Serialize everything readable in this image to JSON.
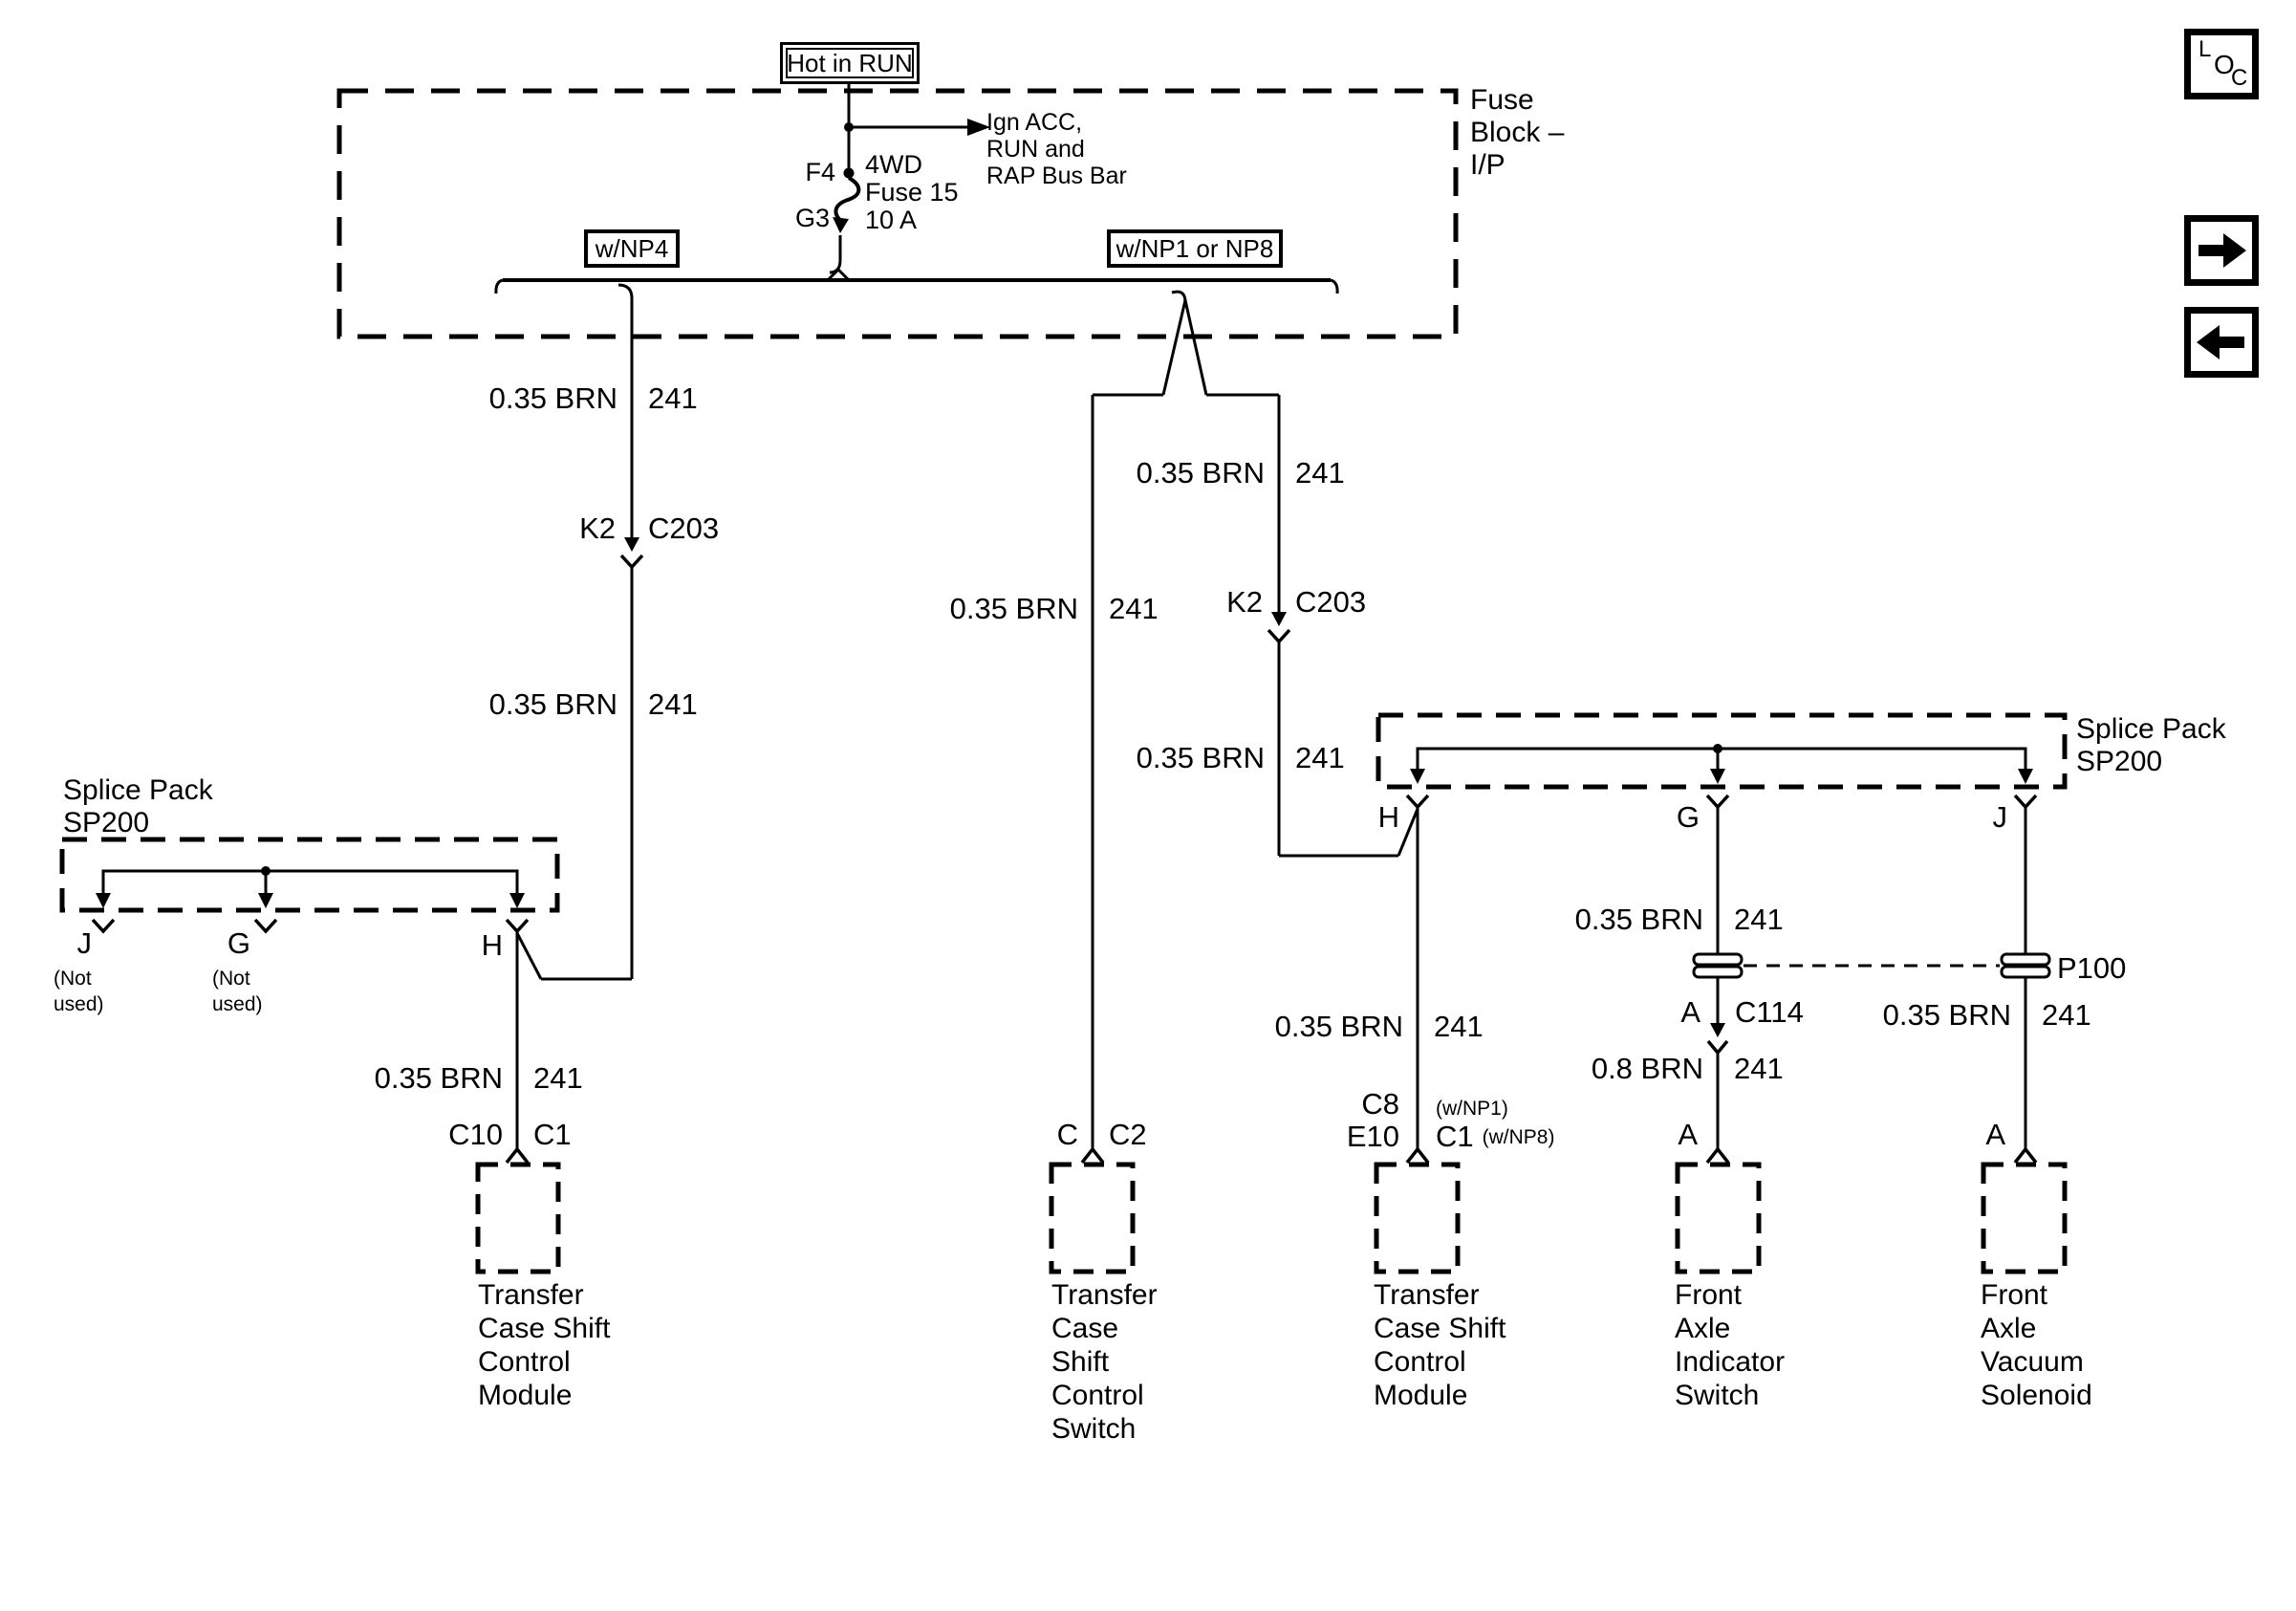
{
  "colors": {
    "ink": "#000000",
    "bg": "#ffffff"
  },
  "banner": {
    "text": "Hot in RUN"
  },
  "fuse_block": {
    "name_lines": [
      "Fuse",
      "Block –",
      "I/P"
    ],
    "tap_lines": [
      "Ign ACC,",
      "RUN and",
      "RAP Bus Bar"
    ],
    "fuse": {
      "pin_top": "F4",
      "pin_bottom": "G3",
      "desc_lines": [
        "4WD",
        "Fuse 15",
        "10 A"
      ]
    },
    "variant_left": "w/NP4",
    "variant_right": "w/NP1 or NP8"
  },
  "wires": {
    "np4_upper": {
      "gauge": "0.35 BRN",
      "circuit": "241"
    },
    "np4_lower": {
      "gauge": "0.35 BRN",
      "circuit": "241"
    },
    "module_left": {
      "gauge": "0.35 BRN",
      "circuit": "241"
    },
    "switch_branch": {
      "gauge": "0.35 BRN",
      "circuit": "241"
    },
    "np1_upper": {
      "gauge": "0.35 BRN",
      "circuit": "241"
    },
    "np1_lower": {
      "gauge": "0.35 BRN",
      "circuit": "241"
    },
    "module_right": {
      "gauge": "0.35 BRN",
      "circuit": "241"
    },
    "indicator_upper": {
      "gauge": "0.35 BRN",
      "circuit": "241"
    },
    "indicator_lower": {
      "gauge": "0.8 BRN",
      "circuit": "241"
    },
    "solenoid": {
      "gauge": "0.35 BRN",
      "circuit": "241"
    }
  },
  "connectors": {
    "c203_left": {
      "pin": "K2",
      "name": "C203"
    },
    "c203_right": {
      "pin": "K2",
      "name": "C203"
    },
    "module_left": {
      "pin": "C10",
      "name": "C1"
    },
    "switch": {
      "pin": "C",
      "name": "C2"
    },
    "module_right": {
      "pin_top": "C8",
      "pin_bottom": "E10",
      "note_top": "(w/NP1)",
      "name": "C1",
      "note_bottom": "(w/NP8)"
    },
    "c114": {
      "pin": "A",
      "name": "C114"
    },
    "p100": "P100",
    "indicator_pin": "A",
    "solenoid_pin": "A"
  },
  "splice_left": {
    "title_lines": [
      "Splice Pack",
      "SP200"
    ],
    "terminal_j": "J",
    "terminal_g": "G",
    "terminal_h": "H",
    "not_used_lines": [
      "(Not",
      "used)"
    ]
  },
  "splice_right": {
    "title_lines": [
      "Splice Pack",
      "SP200"
    ],
    "terminal_h": "H",
    "terminal_g": "G",
    "terminal_j": "J"
  },
  "components": {
    "module_left_lines": [
      "Transfer",
      "Case Shift",
      "Control",
      "Module"
    ],
    "switch_lines": [
      "Transfer",
      "Case",
      "Shift",
      "Control",
      "Switch"
    ],
    "module_right_lines": [
      "Transfer",
      "Case Shift",
      "Control",
      "Module"
    ],
    "indicator_lines": [
      "Front",
      "Axle",
      "Indicator",
      "Switch"
    ],
    "solenoid_lines": [
      "Front",
      "Axle",
      "Vacuum",
      "Solenoid"
    ]
  },
  "nav": {
    "loc": [
      "L",
      "O",
      "C"
    ]
  }
}
